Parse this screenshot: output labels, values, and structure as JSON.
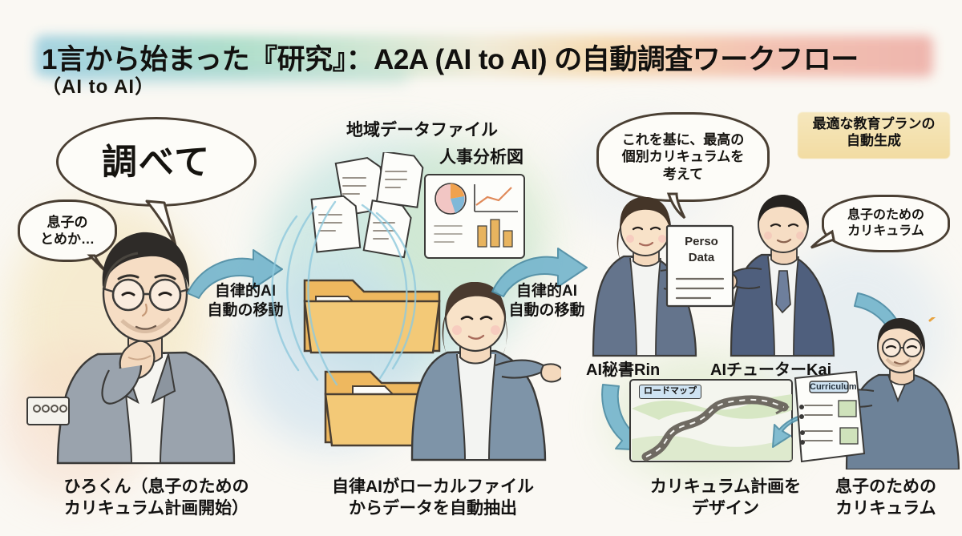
{
  "title": {
    "main": "1言から始まった『研究』：A2A (AI to AI) の自動調査ワークフロー",
    "sub": "（AI  to  AI）"
  },
  "colors": {
    "accent_blue": "#5ba4bf",
    "accent_teal": "#77c0c6",
    "highlight_yellow": "#f2dca2",
    "bubble_outline": "#4a3f33",
    "ink": "#131211",
    "suit_navy": "#54637e",
    "suit_gray": "#8a94a0",
    "folder_tan": "#e8b45f",
    "wash_green": "#a9dcc8",
    "wash_peach": "#f3bfae"
  },
  "panel1": {
    "big_bubble": "調べて",
    "small_bubble": "息子の\nとめか…",
    "caption": "ひろくん（息子のための\nカリキュラム計画開始）"
  },
  "arrow1": {
    "label": "自律的AI\n自動の移動"
  },
  "panel2": {
    "label_files": "地域データファイル",
    "label_chart": "人事分析図",
    "caption": "自律AIがローカルファイル\nからデータを自動抽出"
  },
  "arrow2": {
    "label": "自律的AI\n自動の移動"
  },
  "panel3": {
    "bubble_main": "これを基に、最高の\n個別カリキュラムを\n考えて",
    "highlight": "最適な教育プランの\n自動生成",
    "bubble_side": "息子のための\nカリキュラム",
    "doc_label": "Perso\nData",
    "agent_left": "AI秘書Rin",
    "agent_right": "AIチューターKai",
    "roadmap_label": "ロードマップ",
    "curriculum_label": "Curriculum",
    "caption_left": "カリキュラム計画を\nデザイン",
    "caption_right": "息子のための\nカリキュラム"
  }
}
